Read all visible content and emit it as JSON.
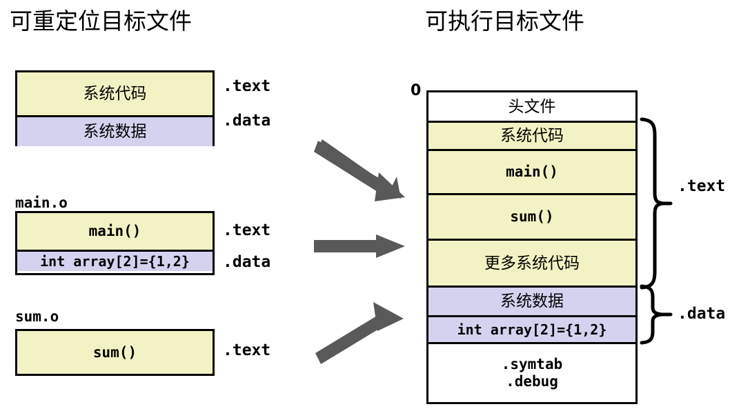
{
  "titles": {
    "left": "可重定位目标文件",
    "right": "可执行目标文件"
  },
  "left_panel": {
    "system_module": {
      "rows": [
        {
          "text": "系统代码",
          "section": ".text",
          "fill": "#f2f2c4"
        },
        {
          "text": "系统数据",
          "section": ".data",
          "fill": "#d3d3f0"
        }
      ]
    },
    "main_o": {
      "name": "main.o",
      "rows": [
        {
          "text": "main()",
          "section": ".text",
          "fill": "#f2f2c4"
        },
        {
          "text": "int array[2]={1,2}",
          "section": ".data",
          "fill": "#d3d3f0"
        }
      ]
    },
    "sum_o": {
      "name": "sum.o",
      "rows": [
        {
          "text": "sum()",
          "section": ".text",
          "fill": "#f2f2c4"
        }
      ]
    }
  },
  "right_panel": {
    "start_address": "0",
    "rows": [
      {
        "text": "头文件",
        "fill": "#ffffff"
      },
      {
        "text": "系统代码",
        "fill": "#f2f2c4"
      },
      {
        "text": "main()",
        "fill": "#f2f2c4"
      },
      {
        "text": "sum()",
        "fill": "#f2f2c4"
      },
      {
        "text": "更多系统代码",
        "fill": "#f2f2c4"
      },
      {
        "text": "系统数据",
        "fill": "#d3d3f0"
      },
      {
        "text": "int array[2]={1,2}",
        "fill": "#d3d3f0"
      },
      {
        "text_line1": ".symtab",
        "text_line2": ".debug",
        "fill": "#ffffff"
      }
    ],
    "braces": [
      {
        "label": ".text"
      },
      {
        "label": ".data"
      }
    ]
  },
  "arrows": {
    "count": 3,
    "color": "#595959"
  },
  "colors": {
    "text_section": "#f2f2c4",
    "data_section": "#d3d3f0",
    "arrow_gray": "#595959",
    "stroke": "#000000",
    "background": "#ffffff"
  }
}
